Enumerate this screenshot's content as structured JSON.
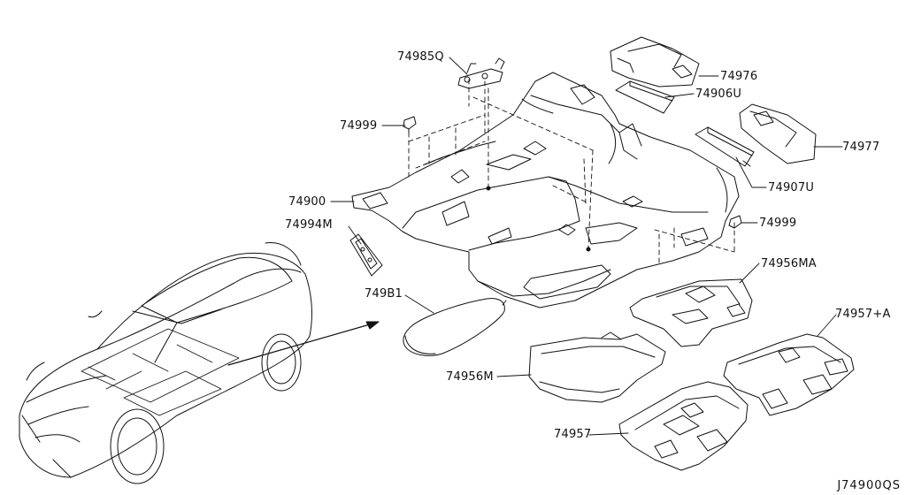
{
  "diagram": {
    "reference_code": "J74900QS",
    "stroke_color": "#111111",
    "background_color": "#ffffff",
    "callouts": [
      {
        "id": "74985q",
        "text": "74985Q"
      },
      {
        "id": "74976",
        "text": "74976"
      },
      {
        "id": "74906u",
        "text": "74906U"
      },
      {
        "id": "74999-left",
        "text": "74999"
      },
      {
        "id": "74977",
        "text": "74977"
      },
      {
        "id": "74900",
        "text": "74900"
      },
      {
        "id": "74907u",
        "text": "74907U"
      },
      {
        "id": "74994m",
        "text": "74994M"
      },
      {
        "id": "74999-right",
        "text": "74999"
      },
      {
        "id": "74956ma",
        "text": "74956MA"
      },
      {
        "id": "749b1",
        "text": "749B1"
      },
      {
        "id": "74957a",
        "text": "74957+A"
      },
      {
        "id": "74956m",
        "text": "74956M"
      },
      {
        "id": "74957",
        "text": "74957"
      }
    ]
  }
}
